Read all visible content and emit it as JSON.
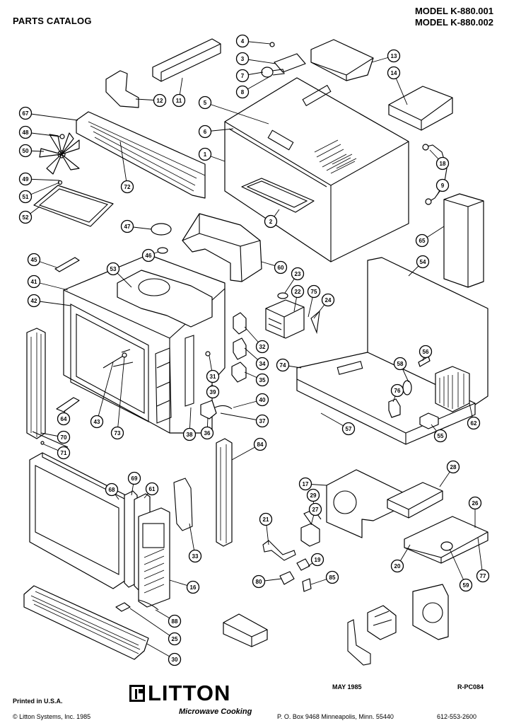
{
  "header": {
    "title": "PARTS CATALOG",
    "models": [
      "MODEL K-880.001",
      "MODEL K-880.002"
    ]
  },
  "callouts": [
    "4",
    "3",
    "7",
    "8",
    "12",
    "11",
    "13",
    "14",
    "67",
    "5",
    "6",
    "1",
    "48",
    "50",
    "72",
    "49",
    "51",
    "52",
    "18",
    "9",
    "2",
    "47",
    "46",
    "60",
    "65",
    "45",
    "53",
    "41",
    "42",
    "54",
    "23",
    "22",
    "75",
    "24",
    "32",
    "74",
    "58",
    "56",
    "34",
    "35",
    "31",
    "39",
    "76",
    "40",
    "37",
    "36",
    "38",
    "64",
    "70",
    "71",
    "43",
    "73",
    "57",
    "55",
    "62",
    "68",
    "84",
    "69",
    "61",
    "33",
    "16",
    "17",
    "28",
    "29",
    "27",
    "21",
    "26",
    "19",
    "20",
    "59",
    "77",
    "80",
    "85",
    "88",
    "25",
    "30"
  ],
  "footer": {
    "printed": "Printed in U.S.A.",
    "copyright": "© Litton Systems, Inc. 1985",
    "brand": "LITTON",
    "brand_sub": "Microwave Cooking",
    "date": "MAY 1985",
    "doc_code": "R-PC084",
    "address": "P. O. Box 9468  Minneapolis, Minn. 55440",
    "phone": "612-553-2600"
  }
}
